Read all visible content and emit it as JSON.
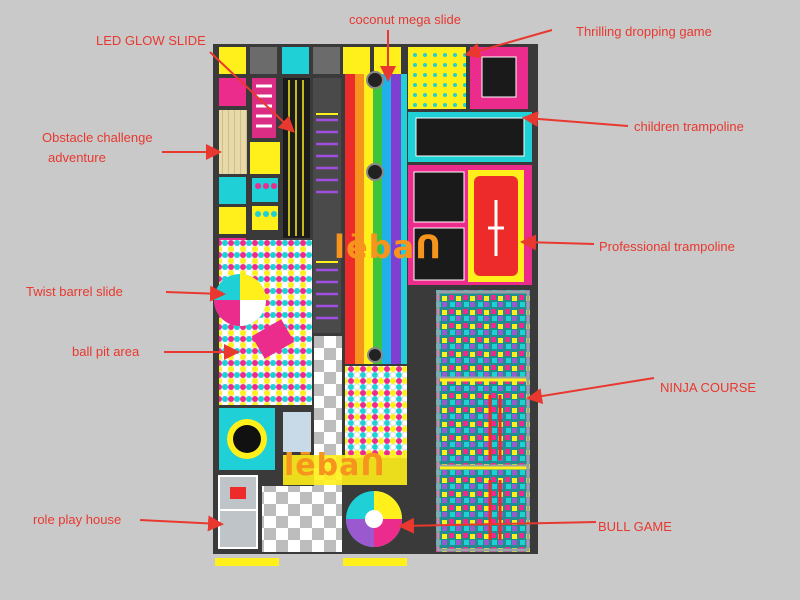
{
  "labels": {
    "led_glow_slide": "LED GLOW SLIDE",
    "coconut_mega_slide": "coconut mega slide",
    "thrilling_dropping_game": "Thrilling dropping game",
    "obstacle_line1": "Obstacle challenge",
    "obstacle_line2": "adventure",
    "children_trampoline": "children trampoline",
    "professional_trampoline": "Professional trampoline",
    "twist_barrel_slide": "Twist barrel slide",
    "ball_pit_area": "ball pit area",
    "ninja_course": "NINJA COURSE",
    "role_play_house": "role play house",
    "bull_game": "BULL GAME"
  },
  "logo": {
    "text": "lēbaᑎ"
  },
  "colors": {
    "background": "#c9c9c9",
    "label_red": "#e8382f",
    "floor_dark": "#3a3a3a",
    "yellow": "#ffef1a",
    "magenta": "#ec2c8c",
    "cyan": "#1fd0d6",
    "red": "#ee2b2b",
    "orange_logo": "#f7941d"
  }
}
